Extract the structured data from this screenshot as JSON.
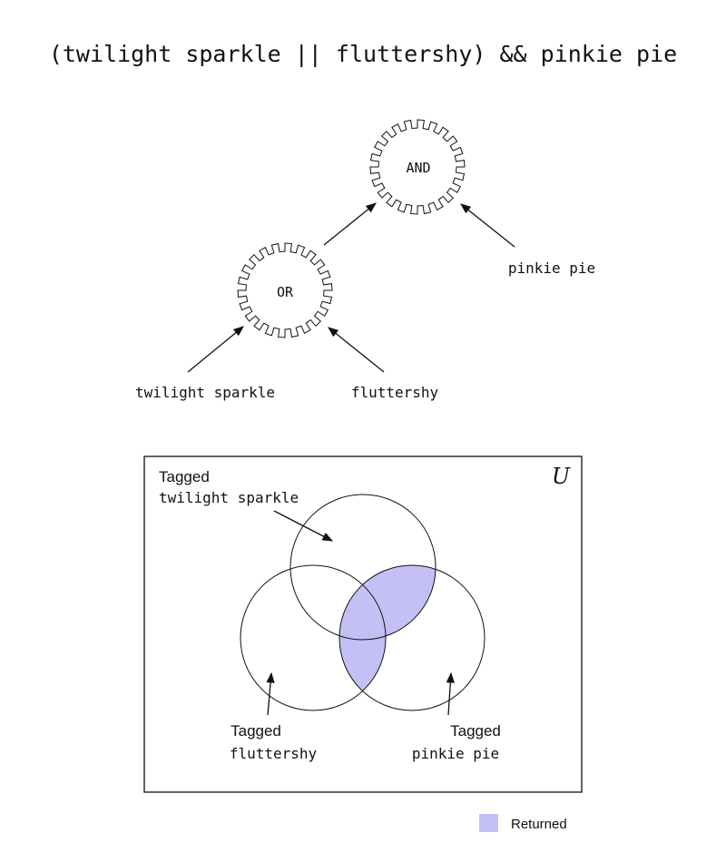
{
  "title": "(twilight sparkle || fluttershy) && pinkie pie",
  "tree": {
    "root_label": "AND",
    "inner_label": "OR",
    "operands": {
      "twilight": "twilight sparkle",
      "fluttershy": "fluttershy",
      "pinkie": "pinkie pie"
    }
  },
  "venn": {
    "universe_label": "U",
    "sets": [
      {
        "head": "Tagged",
        "tag": "twilight sparkle"
      },
      {
        "head": "Tagged",
        "tag": "fluttershy"
      },
      {
        "head": "Tagged",
        "tag": "pinkie pie"
      }
    ],
    "highlight_color": "#c4c0f5"
  },
  "legend": {
    "label": "Returned",
    "color": "#c4c0f5"
  }
}
